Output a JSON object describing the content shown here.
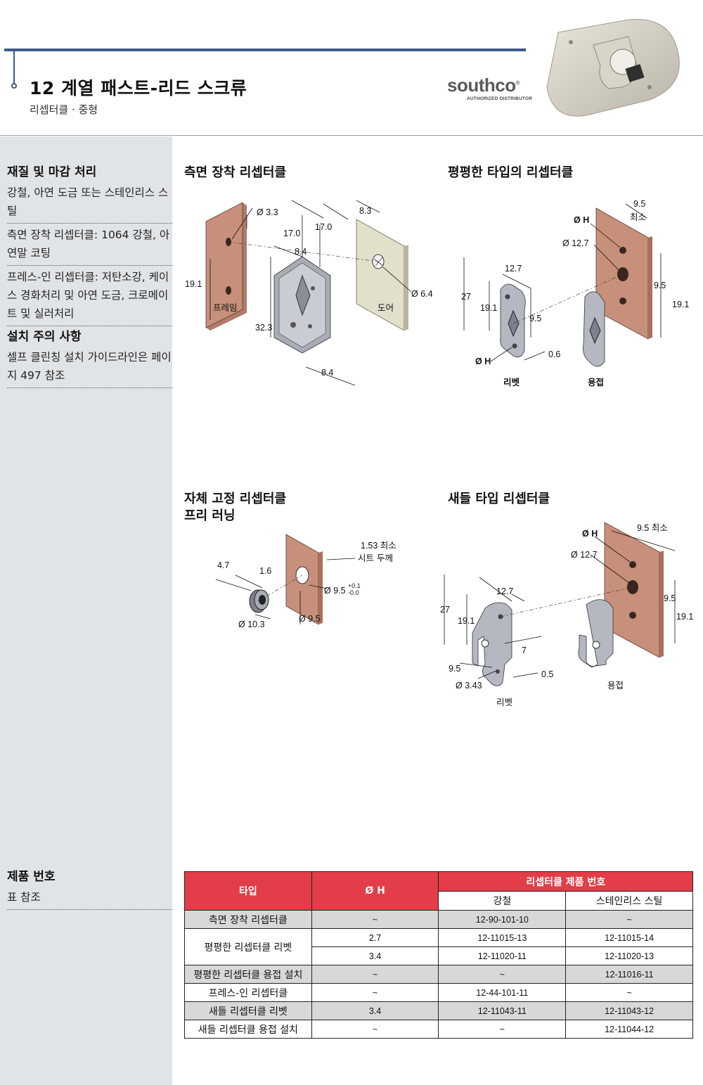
{
  "header": {
    "title": "12 계열 패스트-리드 스크류",
    "subtitle": "리셉터클 · 중형",
    "logo": {
      "word_pre": "sou",
      "word_t": "t",
      "word_post": "hco",
      "registered": "®",
      "tagline": "AUTHORIZED DISTRIBUTOR"
    }
  },
  "sidebar": {
    "material_heading": "재질 및 마감 처리",
    "material_lines": [
      "강철, 아연 도금 또는 스테인리스 스틸",
      "측면 장착 리셉터클: 1064 강철, 아연말 코팅",
      "프레스-인 리셉터클: 저탄소강, 케이스 경화처리 및 아연 도금, 크로메이트 및 실러처리"
    ],
    "install_heading": "설치 주의 사항",
    "install_text": "셀프 클린칭 설치 가이드라인은 페이지 497 참조",
    "part_heading": "제품 번호",
    "part_text": "표 참조"
  },
  "sections": {
    "side_mount": "측면 장착 리셉터클",
    "flat_type": "평평한 타입의 리셉터클",
    "self_fix_1": "자체 고정 리셉터클",
    "self_fix_2": "프리 러닝",
    "bird_type": "새들 타입 리셉터클"
  },
  "diagrams": {
    "side_mount": {
      "d33": "Ø 3.3",
      "d83": "8.3",
      "d170a": "17.0",
      "d170b": "17.0",
      "d84a": "8.4",
      "d191": "19.1",
      "d323": "32.3",
      "d84b": "8.4",
      "d64": "Ø 6.4",
      "frame": "프레임",
      "door": "도어"
    },
    "flat": {
      "dH1": "Ø H",
      "d95min": "9.5",
      "min": "최소",
      "d127a": "Ø 12.7",
      "d127b": "12.7",
      "d27": "27",
      "d191a": "19.1",
      "d95a": "9.5",
      "d95b": "9.5",
      "d191b": "19.1",
      "dH2": "Ø H",
      "d06": "0.6",
      "rivet": "리벳",
      "weld": "용접"
    },
    "press": {
      "d153": "1.53 최소",
      "sheet": "시트 두께",
      "d47": "4.7",
      "d16": "1.6",
      "d95": "Ø 9.5",
      "tol_up": "+0.1",
      "tol_dn": "-0.0",
      "d103": "Ø 10.3",
      "d95b": "Ø 9.5"
    },
    "bird": {
      "dH": "Ø H",
      "d95min": "9.5 최소",
      "d127a": "Ø 12.7",
      "d127b": "12.7",
      "d27": "27",
      "d191a": "19.1",
      "d95a": "9.5",
      "d191b": "19.1",
      "d7": "7",
      "d95c": "9.5",
      "d343": "Ø 3.43",
      "d05": "0.5",
      "rivet": "리벳",
      "weld": "용접"
    }
  },
  "table": {
    "col_type": "타입",
    "col_dh": "Ø H",
    "col_group": "리셉터클 제품 번호",
    "col_steel": "강철",
    "col_ss": "스테인리스 스틸",
    "rows": [
      {
        "type": "측면 장착 리셉터클",
        "dh": "~",
        "steel": "12-90-101-10",
        "ss": "~"
      },
      {
        "type": "평평한 리셉터클 리벳",
        "dh": "2.7",
        "steel": "12-11015-13",
        "ss": "12-11015-14"
      },
      {
        "type": "",
        "dh": "3.4",
        "steel": "12-11020-11",
        "ss": "12-11020-13"
      },
      {
        "type": "평평한 리셉터클 용접 설치",
        "dh": "~",
        "steel": "~",
        "ss": "12-11016-11"
      },
      {
        "type": "프레스-인 리셉터클",
        "dh": "~",
        "steel": "12-44-101-11",
        "ss": "~"
      },
      {
        "type": "새들 리셉터클 리벳",
        "dh": "3.4",
        "steel": "12-11043-11",
        "ss": "12-11043-12"
      },
      {
        "type": "새들 리셉터클 용접 설치",
        "dh": "~",
        "steel": "~",
        "ss": "12-11044-12"
      }
    ]
  },
  "colors": {
    "accent_blue": "#3d5a8a",
    "table_red": "#e23d48",
    "sidebar_gray": "#e1e4e7",
    "copper": "#c7907a"
  }
}
